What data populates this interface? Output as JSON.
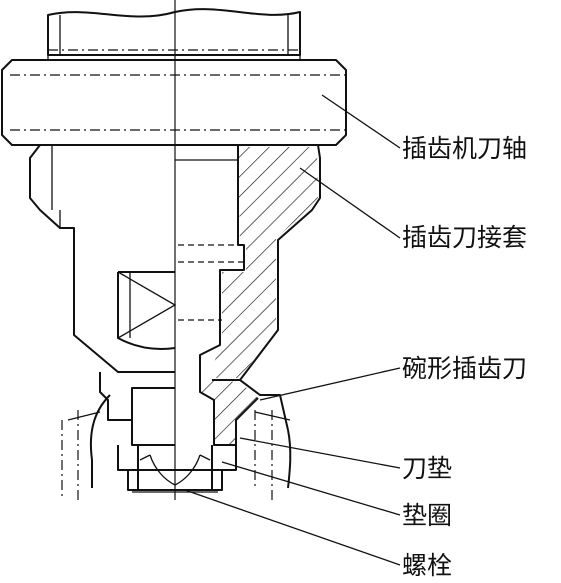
{
  "labels": {
    "cutter_spindle": "插齿机刀轴",
    "cutter_adapter": "插齿刀接套",
    "bowl_cutter": "碗形插齿刀",
    "cutter_pad": "刀垫",
    "washer": "垫圈",
    "bolt": "螺栓"
  },
  "colors": {
    "line": "#111111",
    "background": "#ffffff"
  }
}
